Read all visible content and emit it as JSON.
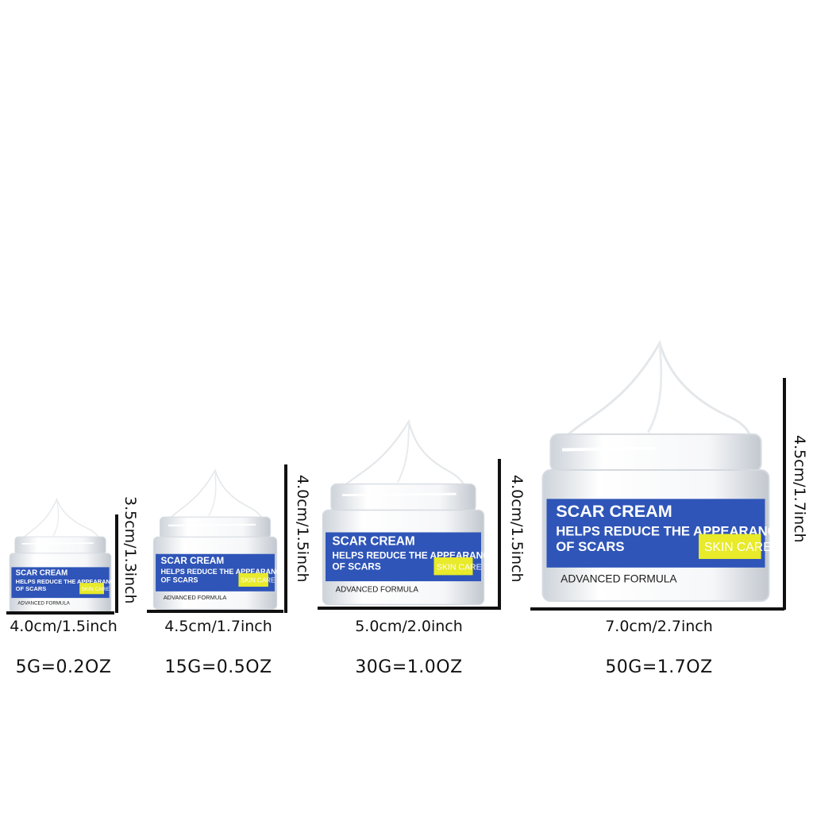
{
  "products": [
    {
      "id": "5g",
      "label_title": "SCAR CREAM",
      "label_line1": "HELPS REDUCE THE APPEARANCE",
      "label_line2": "OF SCARS",
      "badge": "SKIN CARE",
      "formula": "ADVANCED FORMULA",
      "width_text": "4.0cm/1.5inch",
      "height_text": "3.5cm/1.3inch",
      "weight_text": "5G=0.2OZ"
    },
    {
      "id": "15g",
      "label_title": "SCAR CREAM",
      "label_line1": "HELPS REDUCE THE APPEARANCE",
      "label_line2": "OF SCARS",
      "badge": "SKIN CARE",
      "formula": "ADVANCED FORMULA",
      "width_text": "4.5cm/1.7inch",
      "height_text": "4.0cm/1.5inch",
      "weight_text": "15G=0.5OZ"
    },
    {
      "id": "30g",
      "label_title": "SCAR CREAM",
      "label_line1": "HELPS REDUCE THE APPEARANCE",
      "label_line2": "OF SCARS",
      "badge": "SKIN CARE",
      "formula": "ADVANCED FORMULA",
      "width_text": "5.0cm/2.0inch",
      "height_text": "4.0cm/1.5inch",
      "weight_text": "30G=1.0OZ"
    },
    {
      "id": "50g",
      "label_title": "SCAR CREAM",
      "label_line1": "HELPS REDUCE THE APPEARANCE",
      "label_line2": "OF SCARS",
      "badge": "SKIN CARE",
      "formula": "ADVANCED FORMULA",
      "width_text": "7.0cm/2.7inch",
      "height_text": "4.5cm/1.7inch",
      "weight_text": "50G=1.7OZ"
    }
  ],
  "colors": {
    "label_blue": "#2f55b8",
    "badge_yellow": "#e8ea2a",
    "jar_white": "#f4f6f8",
    "cream": "#ffffff",
    "measure_line": "#111111"
  }
}
